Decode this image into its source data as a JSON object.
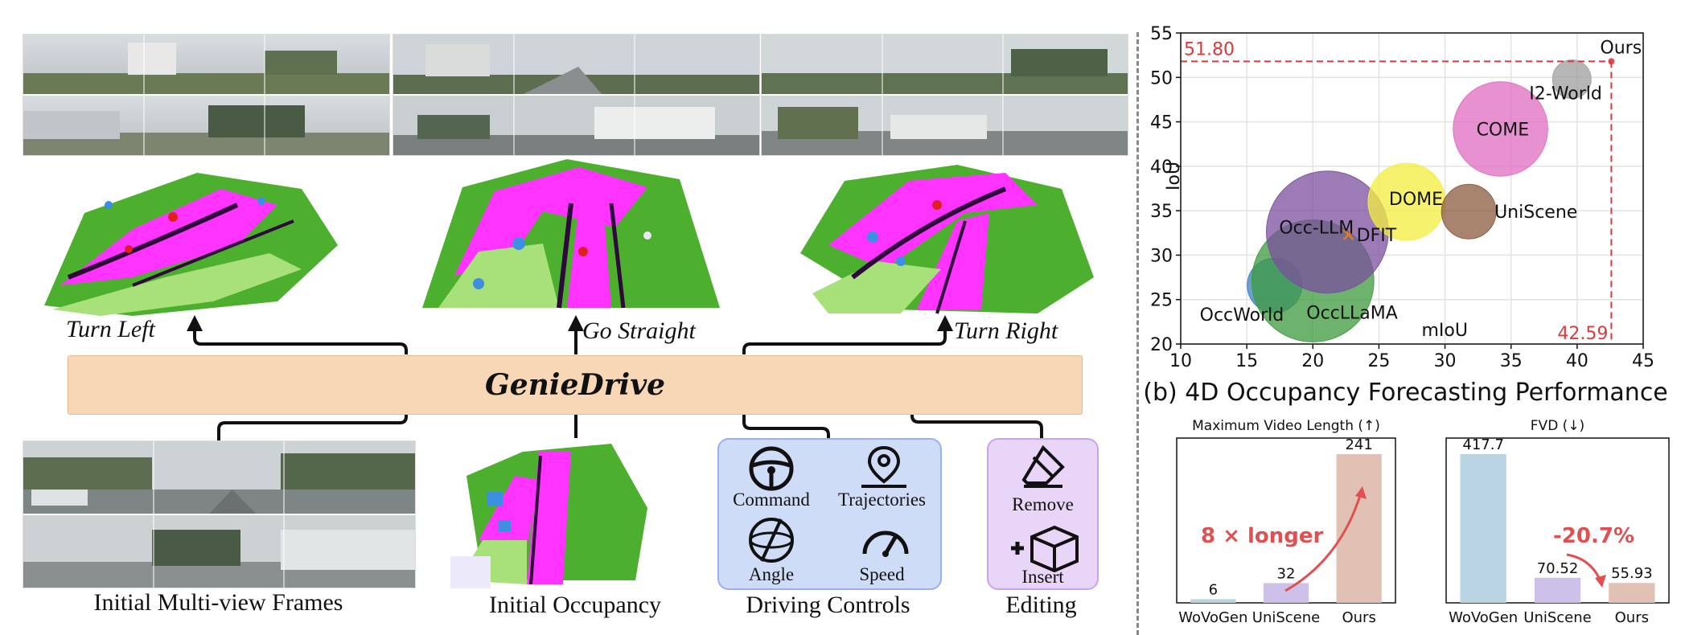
{
  "banner": {
    "title": "GenieDrive"
  },
  "commands": {
    "left": "Turn Left",
    "straight": "Go  Straight",
    "right": "Turn Right"
  },
  "inputs": {
    "frames_caption": "Initial Multi-view Frames",
    "occupancy_caption": "Initial Occupancy",
    "controls_caption": "Driving Controls",
    "editing_caption": "Editing"
  },
  "controls": {
    "command": "Command",
    "trajectories": "Trajectories",
    "angle": "Angle",
    "speed": "Speed"
  },
  "editing": {
    "remove": "Remove",
    "insert": "Insert"
  },
  "colors": {
    "road": "#ff33ff",
    "vegetation": "#4caf2d",
    "terrain": "#a8e07a",
    "car": "#3d8fe0",
    "banner": "#f8d7b6",
    "accent_red": "#e05050"
  },
  "chart_data": [
    {
      "type": "scatter",
      "title": "(b) 4D Occupancy Forecasting Performance",
      "xlabel": "mIoU",
      "ylabel": "IoU",
      "xlim": [
        10,
        45
      ],
      "ylim": [
        20,
        55
      ],
      "xticks": [
        "10",
        "15",
        "20",
        "25",
        "30",
        "35",
        "40",
        "45"
      ],
      "yticks": [
        "20",
        "25",
        "30",
        "35",
        "40",
        "45",
        "50",
        "55"
      ],
      "grid": true,
      "reference": {
        "x": 42.59,
        "y": 51.8,
        "x_label": "42.59",
        "y_label": "51.80"
      },
      "points": [
        {
          "name": "OccWorld",
          "x": 17.1,
          "y": 26.6,
          "size": 2,
          "color": "#3a7fc1"
        },
        {
          "name": "OccLLaMA",
          "x": 20.0,
          "y": 27.1,
          "size": 10,
          "color": "#3c9a3c"
        },
        {
          "name": "Occ-LLM",
          "x": 21.1,
          "y": 32.6,
          "size": 10,
          "color": "#7b4f9d"
        },
        {
          "name": "DFIT",
          "x": 22.7,
          "y": 32.3,
          "size": 0,
          "color": "#e07b28"
        },
        {
          "name": "DOME",
          "x": 27.1,
          "y": 36.0,
          "size": 4,
          "color": "#f4ee3e"
        },
        {
          "name": "UniScene",
          "x": 31.8,
          "y": 34.9,
          "size": 2,
          "color": "#8b5a3c"
        },
        {
          "name": "COME",
          "x": 34.2,
          "y": 44.2,
          "size": 6,
          "color": "#e06cc0"
        },
        {
          "name": "I2-World",
          "x": 39.6,
          "y": 49.8,
          "size": 1,
          "color": "#9e9e9e"
        },
        {
          "name": "Ours",
          "x": 42.59,
          "y": 51.8,
          "size": 0,
          "color": "#e05050"
        }
      ]
    },
    {
      "type": "bar",
      "title": "Maximum Video Length (↑)",
      "categories": [
        "WoVoGen",
        "UniScene",
        "Ours"
      ],
      "values": [
        6,
        32,
        241
      ],
      "labels": [
        "6",
        "32",
        "241"
      ],
      "colors": [
        "#b9d3e3",
        "#cdc1ea",
        "#e0c1b4"
      ],
      "ylim": [
        0,
        241
      ],
      "annotation": "8 × longer"
    },
    {
      "type": "bar",
      "title": "FVD (↓)",
      "categories": [
        "WoVoGen",
        "UniScene",
        "Ours"
      ],
      "values": [
        417.7,
        70.52,
        55.93
      ],
      "labels": [
        "417.7",
        "70.52",
        "55.93"
      ],
      "colors": [
        "#b9d3e3",
        "#cdc1ea",
        "#e0c1b4"
      ],
      "ylim": [
        0,
        417.7
      ],
      "annotation": "-20.7%"
    }
  ]
}
